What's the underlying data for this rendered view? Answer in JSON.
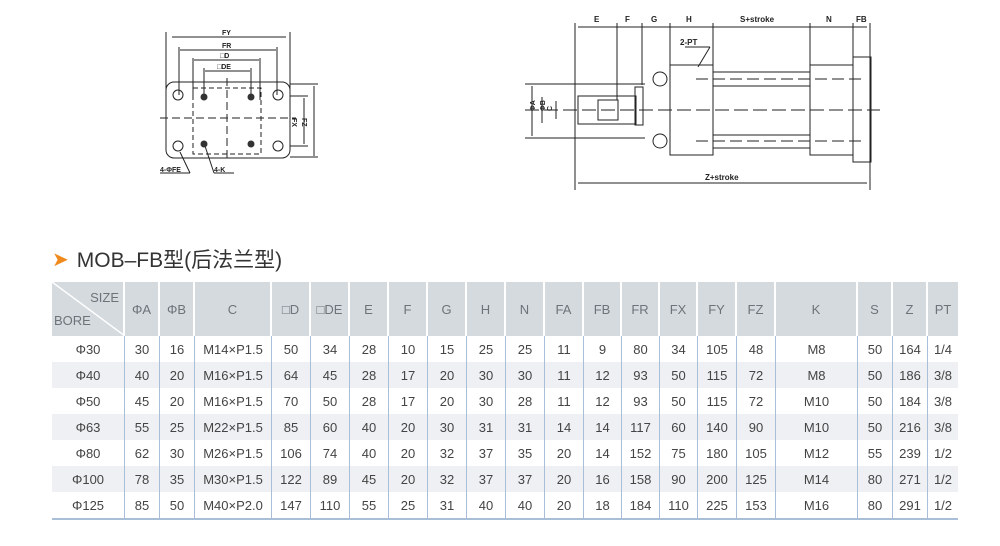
{
  "front_view": {
    "labels": {
      "fy": "FY",
      "fr": "FR",
      "d": "□D",
      "de": "□DE",
      "fx": "FX",
      "fz": "FZ",
      "fe": "4-ΦFE",
      "k": "4-K"
    }
  },
  "side_view": {
    "labels": {
      "e": "E",
      "f": "F",
      "g": "G",
      "h": "H",
      "s": "S+stroke",
      "n": "N",
      "fb": "FB",
      "pt": "2-PT",
      "a": "ΦA",
      "b": "ΦB",
      "c": "C",
      "z": "Z+stroke"
    }
  },
  "title": "MOB–FB型(后法兰型)",
  "table": {
    "corner_size": "SIZE",
    "corner_bore": "BORE",
    "headers": [
      "ΦA",
      "ΦB",
      "C",
      "□D",
      "□DE",
      "E",
      "F",
      "G",
      "H",
      "N",
      "FA",
      "FB",
      "FR",
      "FX",
      "FY",
      "FZ",
      "K",
      "S",
      "Z",
      "PT"
    ],
    "rows": [
      [
        "Φ30",
        "30",
        "16",
        "M14×P1.5",
        "50",
        "34",
        "28",
        "10",
        "15",
        "25",
        "25",
        "11",
        "9",
        "80",
        "34",
        "105",
        "48",
        "M8",
        "50",
        "164",
        "1/4"
      ],
      [
        "Φ40",
        "40",
        "20",
        "M16×P1.5",
        "64",
        "45",
        "28",
        "17",
        "20",
        "30",
        "30",
        "11",
        "12",
        "93",
        "50",
        "115",
        "72",
        "M8",
        "50",
        "186",
        "3/8"
      ],
      [
        "Φ50",
        "45",
        "20",
        "M16×P1.5",
        "70",
        "50",
        "28",
        "17",
        "20",
        "30",
        "28",
        "11",
        "12",
        "93",
        "50",
        "115",
        "72",
        "M10",
        "50",
        "184",
        "3/8"
      ],
      [
        "Φ63",
        "55",
        "25",
        "M22×P1.5",
        "85",
        "60",
        "40",
        "20",
        "30",
        "31",
        "31",
        "14",
        "14",
        "117",
        "60",
        "140",
        "90",
        "M10",
        "50",
        "216",
        "3/8"
      ],
      [
        "Φ80",
        "62",
        "30",
        "M26×P1.5",
        "106",
        "74",
        "40",
        "20",
        "32",
        "37",
        "35",
        "20",
        "14",
        "152",
        "75",
        "180",
        "105",
        "M12",
        "55",
        "239",
        "1/2"
      ],
      [
        "Φ100",
        "78",
        "35",
        "M30×P1.5",
        "122",
        "89",
        "45",
        "20",
        "32",
        "37",
        "37",
        "20",
        "16",
        "158",
        "90",
        "200",
        "125",
        "M14",
        "80",
        "271",
        "1/2"
      ],
      [
        "Φ125",
        "85",
        "50",
        "M40×P2.0",
        "147",
        "110",
        "55",
        "25",
        "31",
        "40",
        "40",
        "20",
        "18",
        "184",
        "110",
        "225",
        "153",
        "M16",
        "80",
        "291",
        "1/2"
      ]
    ]
  }
}
